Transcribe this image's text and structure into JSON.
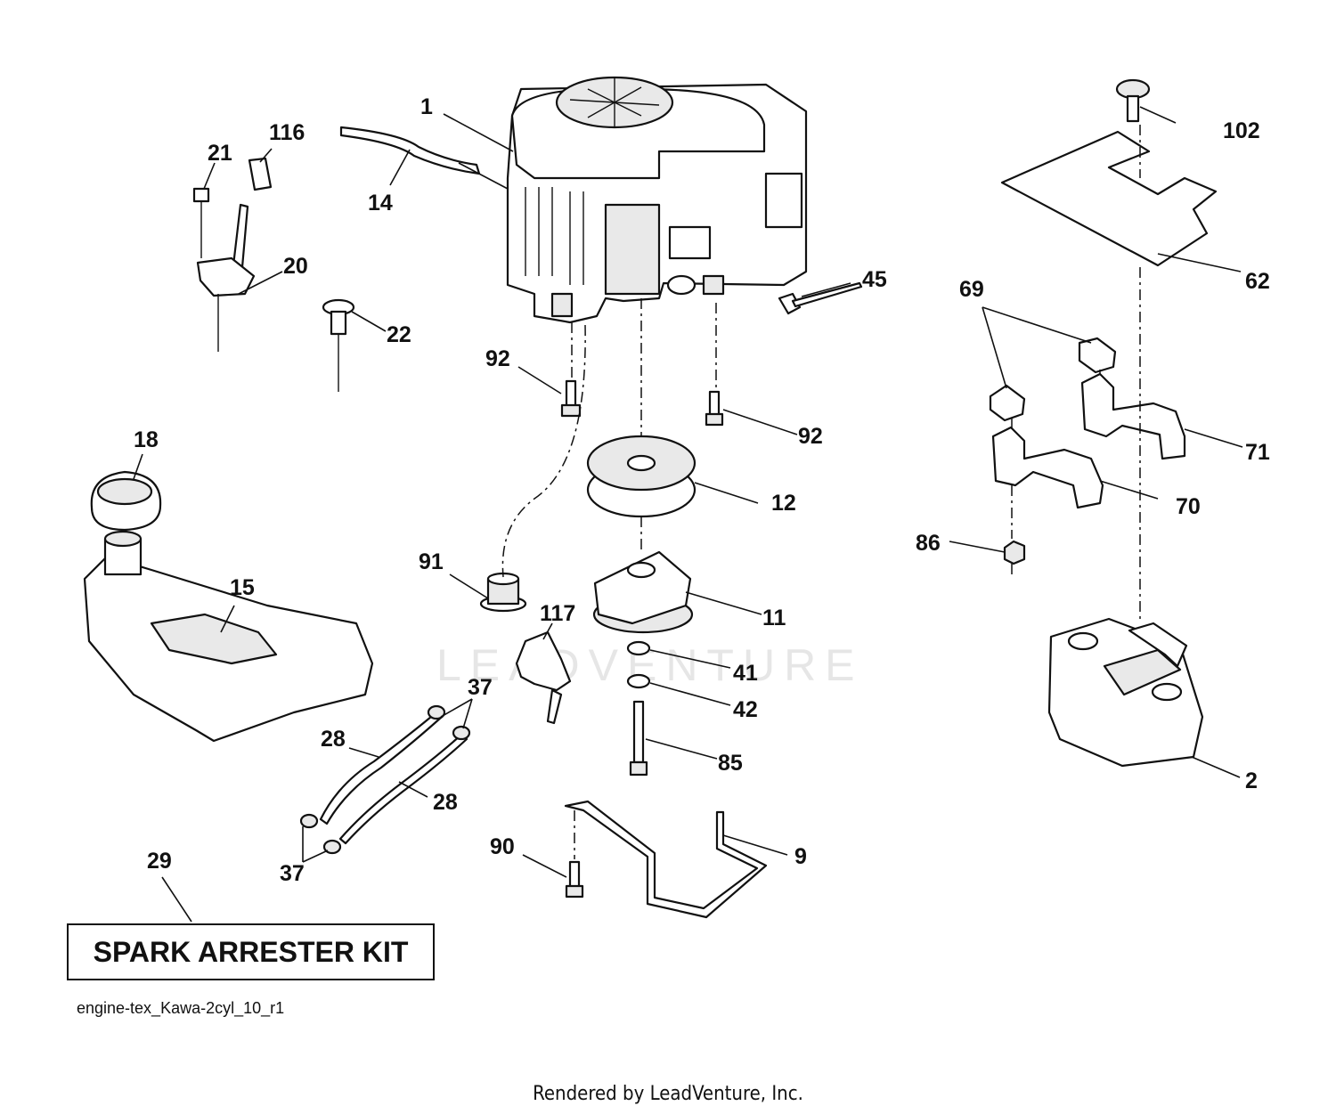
{
  "diagram": {
    "watermark": "LEADVENTURE",
    "kit_label": "SPARK ARRESTER KIT",
    "reference_code": "engine-tex_Kawa-2cyl_10_r1",
    "footer": "Rendered by LeadVenture, Inc.",
    "callouts": [
      {
        "id": "c1",
        "label": "1"
      },
      {
        "id": "c2",
        "label": "2"
      },
      {
        "id": "c9",
        "label": "9"
      },
      {
        "id": "c11",
        "label": "11"
      },
      {
        "id": "c12",
        "label": "12"
      },
      {
        "id": "c14",
        "label": "14"
      },
      {
        "id": "c15",
        "label": "15"
      },
      {
        "id": "c18",
        "label": "18"
      },
      {
        "id": "c20",
        "label": "20"
      },
      {
        "id": "c21",
        "label": "21"
      },
      {
        "id": "c22",
        "label": "22"
      },
      {
        "id": "c28a",
        "label": "28"
      },
      {
        "id": "c28b",
        "label": "28"
      },
      {
        "id": "c29",
        "label": "29"
      },
      {
        "id": "c37a",
        "label": "37"
      },
      {
        "id": "c37b",
        "label": "37"
      },
      {
        "id": "c41",
        "label": "41"
      },
      {
        "id": "c42",
        "label": "42"
      },
      {
        "id": "c45",
        "label": "45"
      },
      {
        "id": "c62",
        "label": "62"
      },
      {
        "id": "c69",
        "label": "69"
      },
      {
        "id": "c70",
        "label": "70"
      },
      {
        "id": "c71",
        "label": "71"
      },
      {
        "id": "c85",
        "label": "85"
      },
      {
        "id": "c86",
        "label": "86"
      },
      {
        "id": "c90",
        "label": "90"
      },
      {
        "id": "c91",
        "label": "91"
      },
      {
        "id": "c92a",
        "label": "92"
      },
      {
        "id": "c92b",
        "label": "92"
      },
      {
        "id": "c102",
        "label": "102"
      },
      {
        "id": "c116",
        "label": "116"
      },
      {
        "id": "c117",
        "label": "117"
      }
    ]
  }
}
